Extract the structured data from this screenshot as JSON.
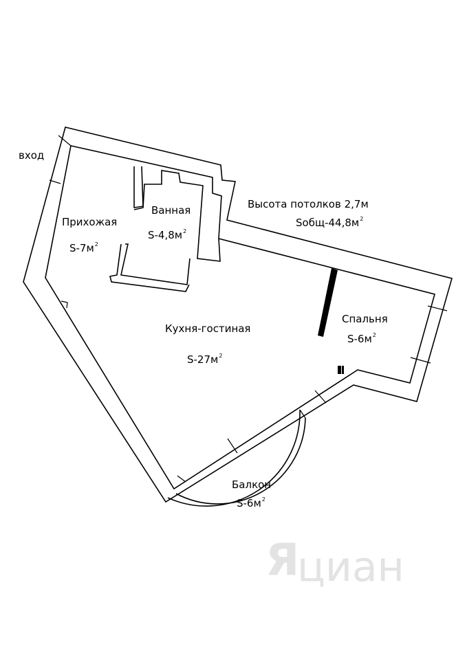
{
  "labels": {
    "entrance": "вход",
    "ceiling_height": "Высота потолков 2,7м",
    "total_area": "Sобщ-44,8м",
    "hallway_name": "Прихожая",
    "hallway_area": "S-7м",
    "bathroom_name": "Ванная",
    "bathroom_area": "S-4,8м",
    "kitchen_name": "Кухня-гостиная",
    "kitchen_area": "S-27м",
    "bedroom_name": "Спальня",
    "bedroom_area": "S-6м",
    "balcony_name": "Балкон",
    "balcony_area": "S-6м",
    "unit_power": "2"
  },
  "watermark": {
    "brand": "циан",
    "logo_mark": "Я"
  },
  "colors": {
    "line": "#000000",
    "background": "#ffffff",
    "watermark": "#e3e3e3"
  }
}
